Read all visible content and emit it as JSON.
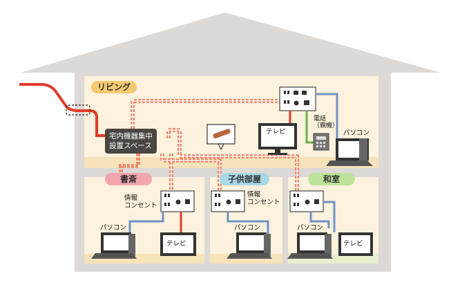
{
  "colors": {
    "roof": "#ddd9d6",
    "room_living": "#fcf2dd",
    "room_floor": "#f7e3ba",
    "tag_living": "#f4c96f",
    "tag_study": "#f3a6ad",
    "tag_kids": "#a6d8e6",
    "tag_japanese": "#bde39a",
    "cable_red": "#e23a2a",
    "cable_dash": "#f08a70",
    "lan_blue": "#6f93c7",
    "tel_green": "#6ab04c"
  },
  "rooms": {
    "living": "リビング",
    "study": "書斎",
    "kids": "子供部屋",
    "japanese": "和室"
  },
  "hub": {
    "line1": "宅内機器集中",
    "line2": "設置スペース"
  },
  "labels": {
    "tv": "テレビ",
    "pc": "パソコン",
    "phone_1": "電話",
    "phone_2": "（親機）",
    "outlet_1": "情報",
    "outlet_2": "コンセント"
  }
}
